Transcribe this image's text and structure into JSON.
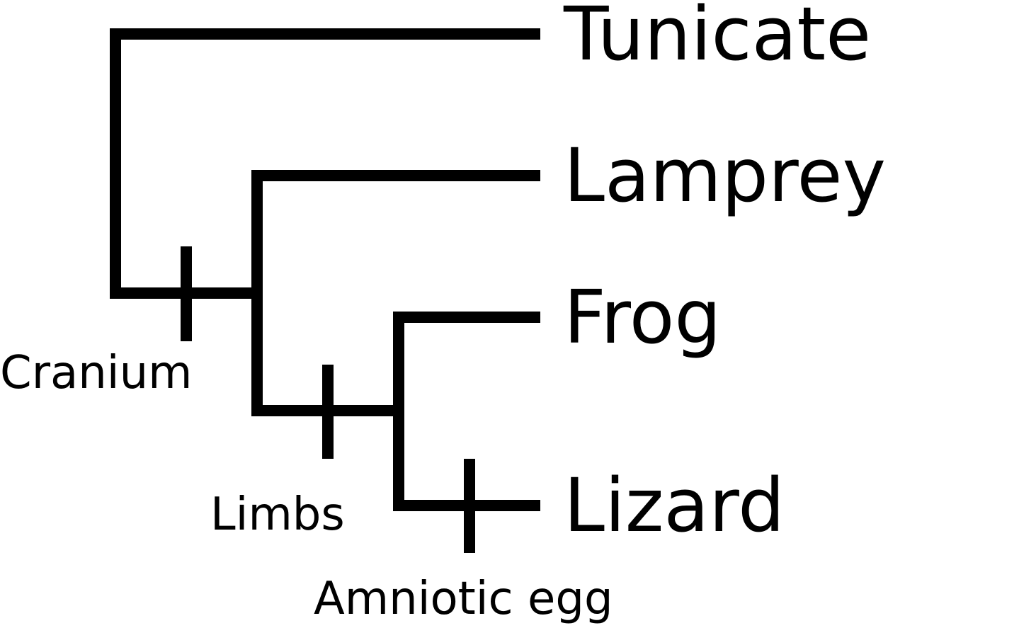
{
  "diagram": {
    "type": "cladogram",
    "line_color": "#000000",
    "background_color": "#ffffff",
    "taxa": [
      {
        "id": "tunicate",
        "label": "Tunicate"
      },
      {
        "id": "lamprey",
        "label": "Lamprey"
      },
      {
        "id": "frog",
        "label": "Frog"
      },
      {
        "id": "lizard",
        "label": "Lizard"
      }
    ],
    "traits": [
      {
        "id": "cranium",
        "label": "Cranium"
      },
      {
        "id": "limbs",
        "label": "Limbs"
      },
      {
        "id": "amniotic_egg",
        "label": "Amniotic egg"
      }
    ]
  }
}
